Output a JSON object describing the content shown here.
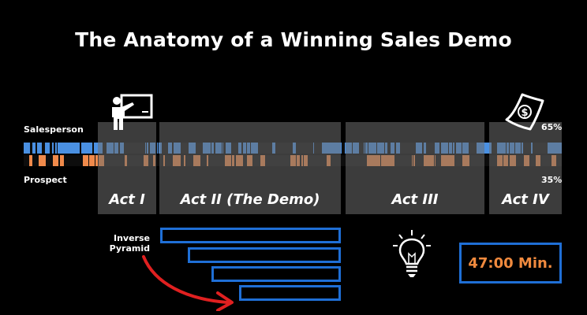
{
  "title": "The Anatomy of a Winning Sales Demo",
  "labels": {
    "salesperson": "Salesperson",
    "prospect": "Prospect",
    "salesperson_pct": "65%",
    "prospect_pct": "35%"
  },
  "acts": [
    "Act I",
    "Act II (The Demo)",
    "Act III",
    "Act IV"
  ],
  "pyramid": {
    "label_line1": "Inverse",
    "label_line2": "Pyramid"
  },
  "timer": "47:00 Min.",
  "colors": {
    "salesperson": "#4a90e2",
    "prospect": "#f08a4b",
    "accent_blue": "#1f6fd6",
    "arrow": "#e02020"
  },
  "icons": [
    "presenter-icon",
    "money-icon",
    "lightbulb-icon",
    "arrow-icon"
  ]
}
